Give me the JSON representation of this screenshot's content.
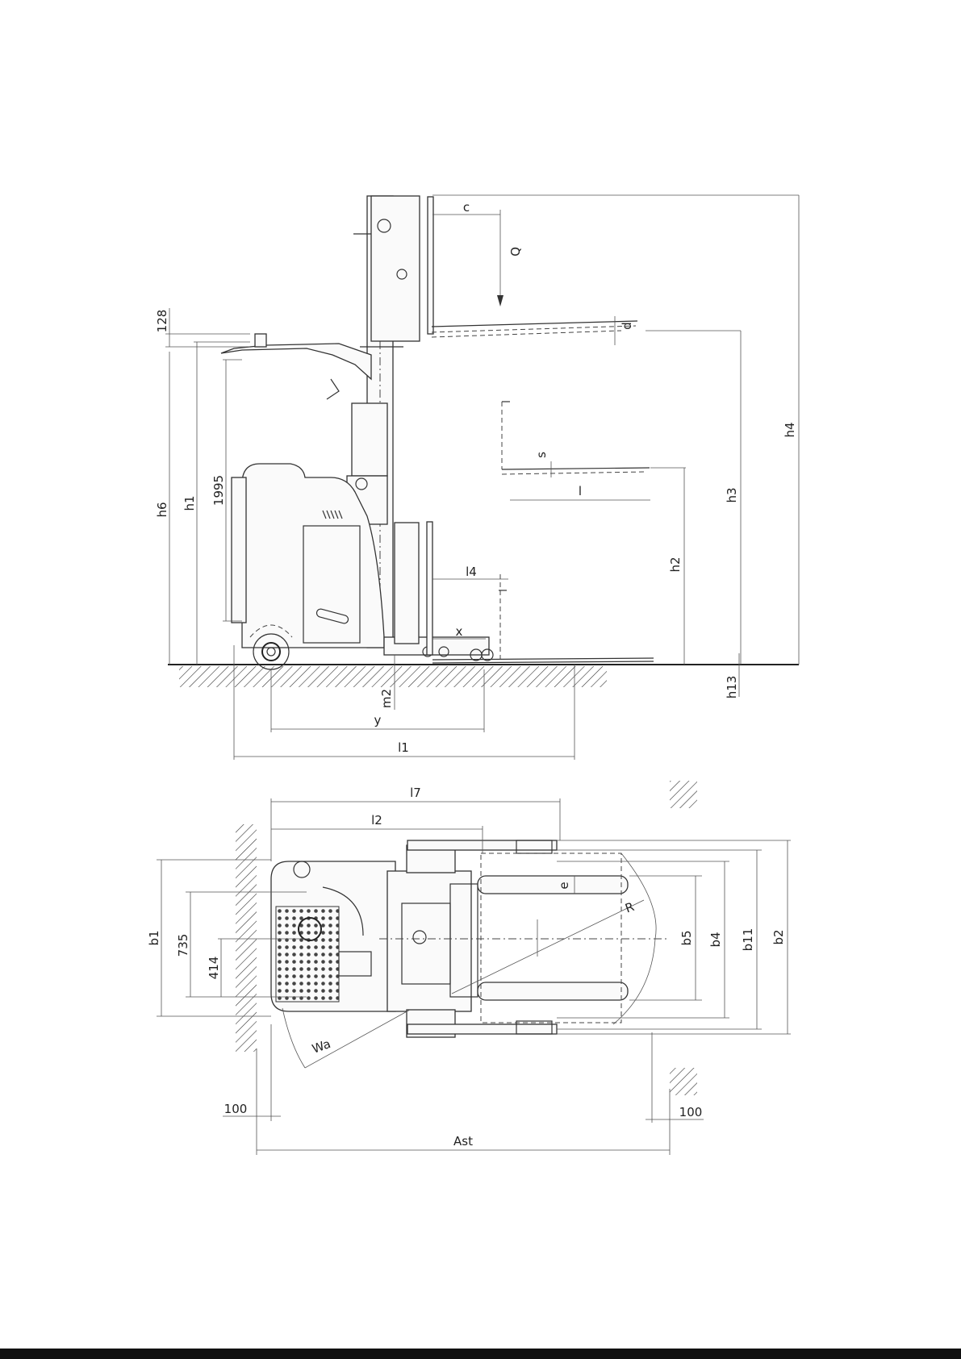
{
  "side_view": {
    "labels": {
      "c": "c",
      "Q": "Q",
      "d": "d",
      "s": "s",
      "l": "l",
      "l4": "l4",
      "x": "x",
      "h1": "h1",
      "h2": "h2",
      "h3": "h3",
      "h4": "h4",
      "h6": "h6",
      "h13": "h13",
      "m2": "m2",
      "y": "y",
      "l1": "l1",
      "dim_128": "128",
      "dim_1995": "1995"
    }
  },
  "top_view": {
    "labels": {
      "l7": "l7",
      "l2": "l2",
      "e": "e",
      "R": "R",
      "Wa": "Wa",
      "b1": "b1",
      "b2": "b2",
      "b4": "b4",
      "b5": "b5",
      "b11": "b11",
      "dim_735": "735",
      "dim_414": "414",
      "dim_100_left": "100",
      "dim_100_right": "100",
      "Ast": "Ast"
    }
  }
}
